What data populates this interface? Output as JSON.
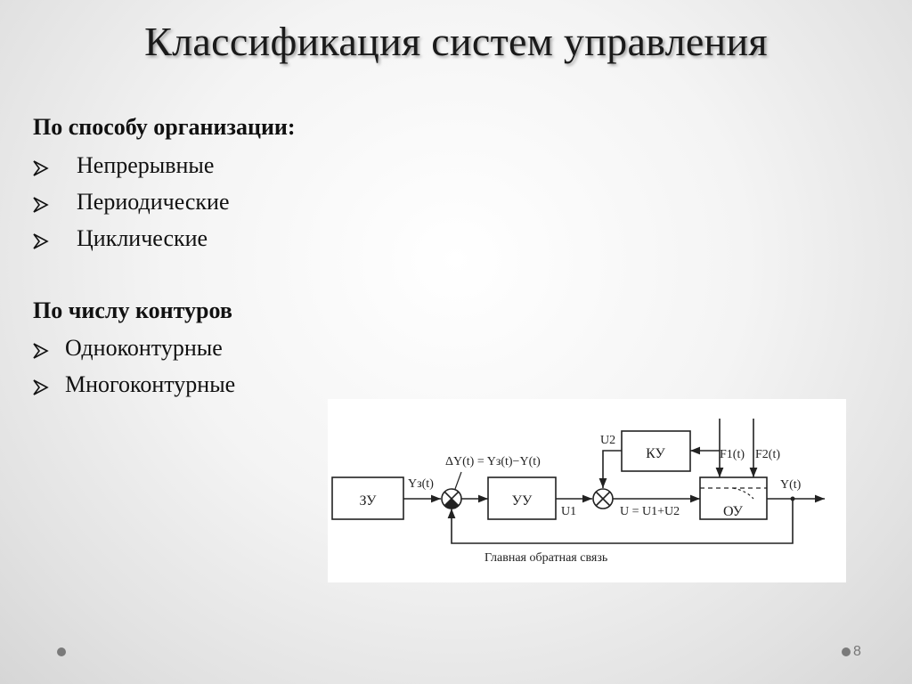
{
  "slide": {
    "title": "Классификация систем управления",
    "page_number": "8"
  },
  "section_organization": {
    "heading": "По способу организации:",
    "items": [
      "Непрерывные",
      "Периодические",
      "Циклические"
    ]
  },
  "section_contours": {
    "heading": "По числу контуров",
    "items": [
      "Одноконтурные",
      "Многоконтурные"
    ]
  },
  "diagram": {
    "blocks": {
      "zu": "ЗУ",
      "uu": "УУ",
      "ku": "КУ",
      "ou": "ОУ"
    },
    "signals": {
      "yz": "Yз(t)",
      "delta": "ΔY(t) = Yз(t)−Y(t)",
      "u1": "U1",
      "u2": "U2",
      "u_sum": "U = U1+U2",
      "f1": "F1(t)",
      "f2": "F2(t)",
      "y": "Y(t)"
    },
    "feedback_label": "Главная обратная связь"
  },
  "colors": {
    "line": "#222222",
    "footer_dot": "#7a7a7a"
  }
}
